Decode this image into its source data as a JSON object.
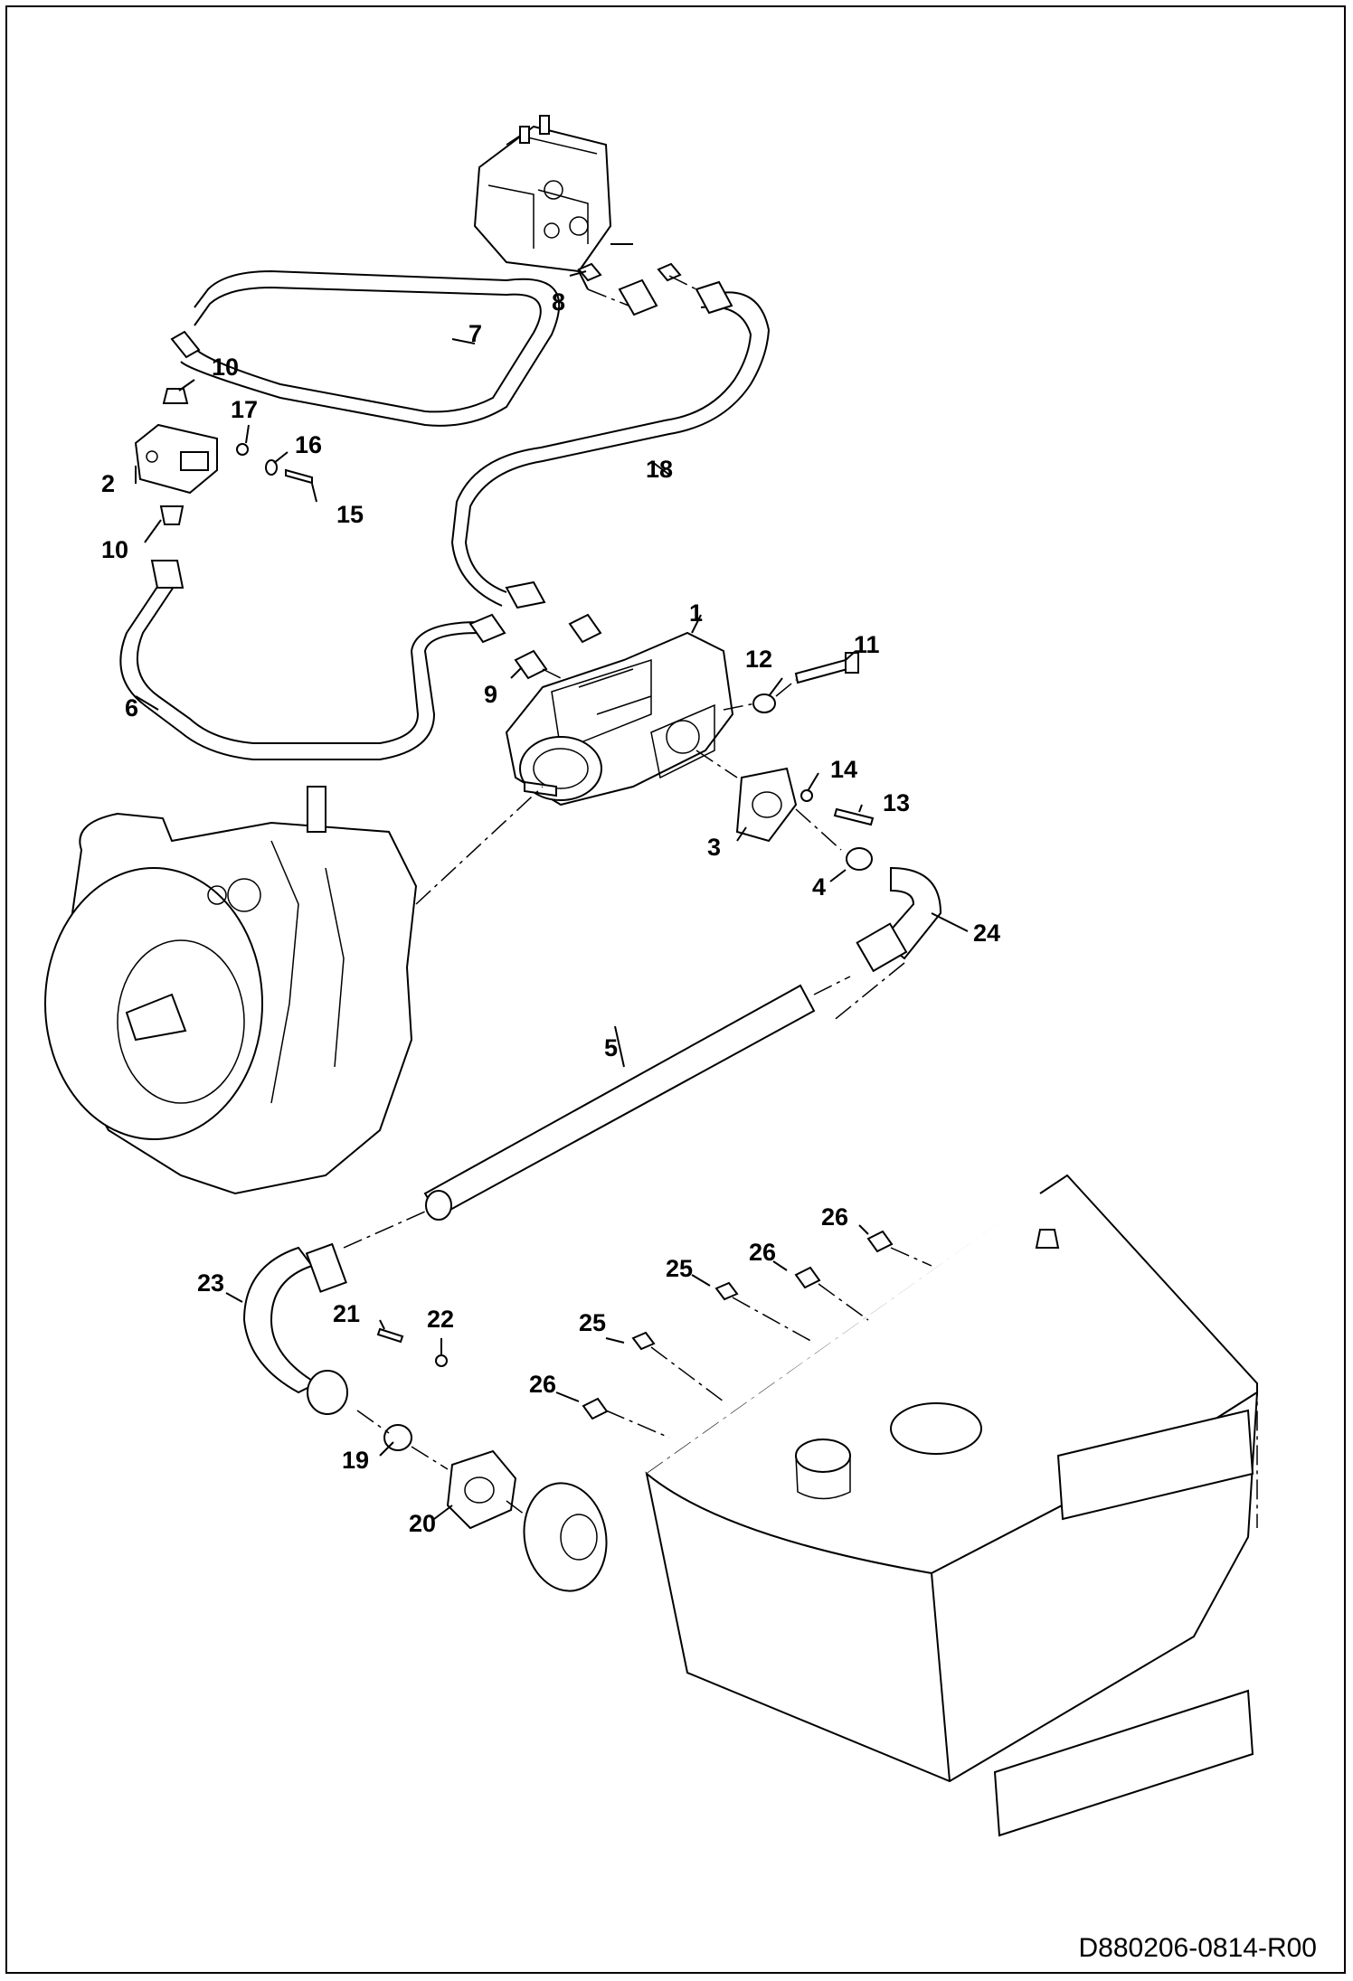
{
  "drawing": {
    "document_id": "D880206-0814-R00",
    "callouts": [
      "1",
      "2",
      "3",
      "4",
      "5",
      "6",
      "7",
      "8",
      "9",
      "10",
      "10",
      "11",
      "12",
      "13",
      "14",
      "15",
      "16",
      "17",
      "18",
      "19",
      "20",
      "21",
      "22",
      "23",
      "24",
      "25",
      "25",
      "26",
      "26",
      "26"
    ]
  },
  "colors": {
    "line": "#000000",
    "background": "#ffffff"
  }
}
